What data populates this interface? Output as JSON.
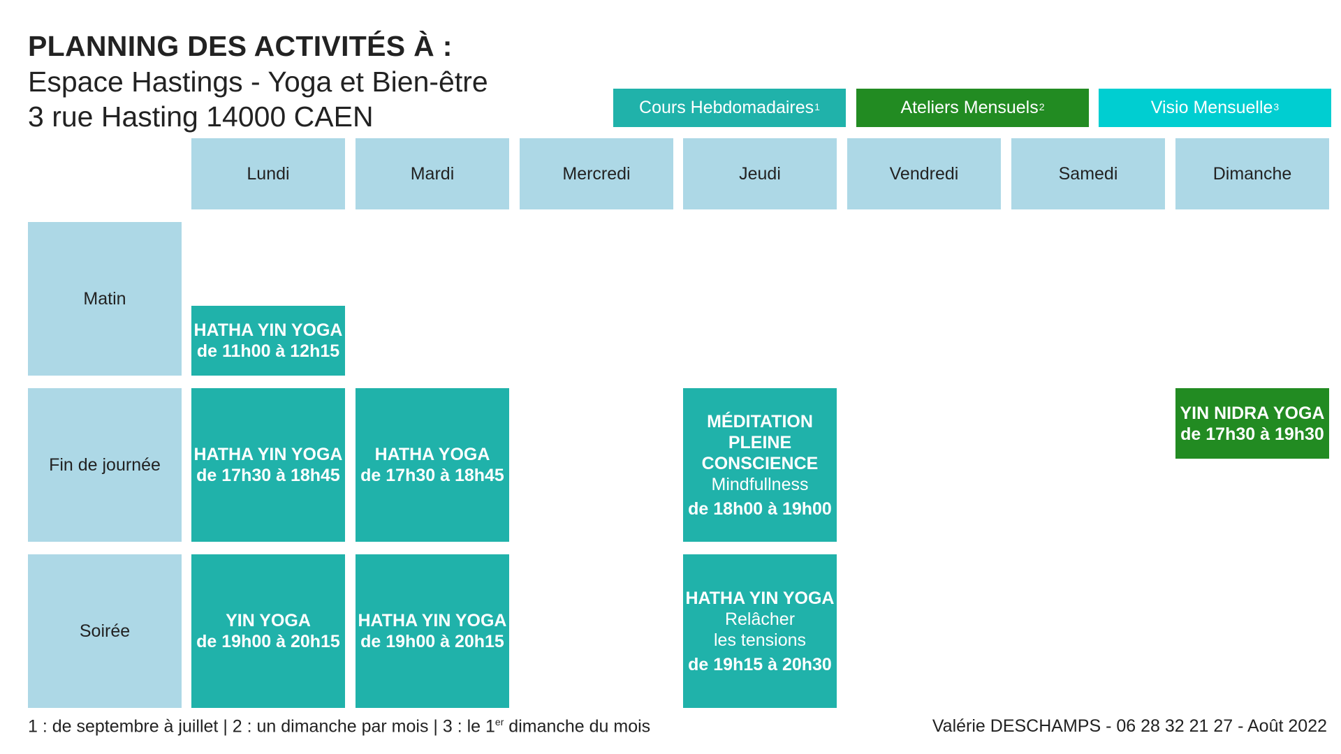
{
  "header": {
    "title": "PLANNING DES ACTIVITÉS À :",
    "venue": "Espace Hastings - Yoga et Bien-être",
    "address": "3 rue Hasting 14000 CAEN"
  },
  "legend": {
    "weekly": {
      "label": "Cours Hebdomadaires",
      "mark": "1",
      "color": "#20b2aa"
    },
    "monthly": {
      "label": "Ateliers Mensuels",
      "mark": "2",
      "color": "#228b22"
    },
    "visio": {
      "label": "Visio Mensuelle",
      "mark": "3",
      "color": "#00ced1"
    }
  },
  "days": [
    "Lundi",
    "Mardi",
    "Mercredi",
    "Jeudi",
    "Vendredi",
    "Samedi",
    "Dimanche"
  ],
  "periods": [
    "Matin",
    "Fin de journée",
    "Soirée"
  ],
  "activities": {
    "lundi_matin": {
      "name": "HATHA YIN YOGA",
      "time": "de 11h00 à 12h15"
    },
    "lundi_fin": {
      "name": "HATHA YIN YOGA",
      "time": "de 17h30 à 18h45"
    },
    "mardi_fin": {
      "name": "HATHA YOGA",
      "time": "de 17h30 à 18h45"
    },
    "jeudi_fin": {
      "name_lines": [
        "MÉDITATION",
        "PLEINE",
        "CONSCIENCE"
      ],
      "note": "Mindfullness",
      "time": "de 18h00 à 19h00"
    },
    "dimanche_fin": {
      "name": "YIN NIDRA YOGA",
      "time": "de 17h30 à 19h30"
    },
    "lundi_soiree": {
      "name": "YIN YOGA",
      "time": "de 19h00 à 20h15"
    },
    "mardi_soiree": {
      "name": "HATHA YIN YOGA",
      "time": "de 19h00 à 20h15"
    },
    "jeudi_soiree": {
      "name": "HATHA YIN YOGA",
      "note_lines": [
        "Relâcher",
        "les tensions"
      ],
      "time": "de 19h15 à 20h30"
    }
  },
  "footer": {
    "left_before": "1 : de septembre à juillet | 2 : un dimanche par mois | 3 : le 1",
    "left_sup": "er",
    "left_after": " dimanche du mois",
    "right": "Valérie DESCHAMPS - 06 28 32 21 27 - Août 2022"
  }
}
